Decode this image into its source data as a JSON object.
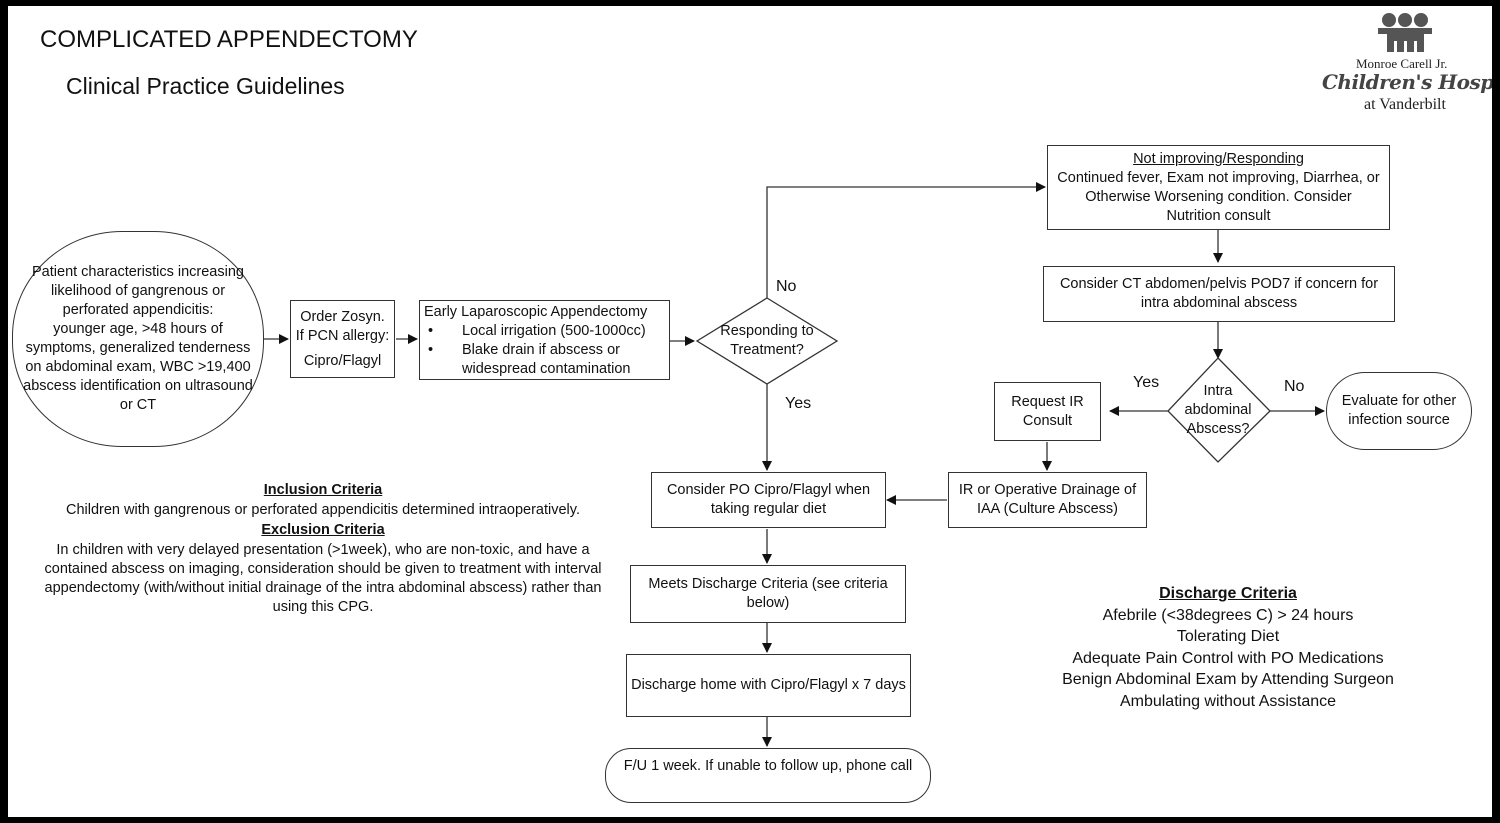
{
  "header": {
    "title": "COMPLICATED APPENDECTOMY",
    "subtitle": "Clinical Practice Guidelines"
  },
  "logo": {
    "line1": "Monroe Carell Jr.",
    "line2": "Children's Hospital",
    "line3": "at Vanderbilt"
  },
  "nodes": {
    "patient": [
      "Patient characteristics increasing",
      "likelihood of gangrenous or",
      "perforated appendicitis:",
      "younger age, >48 hours of",
      "symptoms, generalized tenderness",
      "on abdominal exam, WBC >19,400",
      "abscess identification on ultrasound",
      "or CT"
    ],
    "order": [
      "Order Zosyn.",
      "If PCN allergy:",
      "Cipro/Flagyl"
    ],
    "lap_title": "Early Laparoscopic Appendectomy",
    "lap_items": [
      "Local irrigation (500-1000cc)",
      "Blake drain if abscess or widespread contamination"
    ],
    "responding": [
      "Responding to",
      "Treatment?"
    ],
    "not_improving_title": "Not improving/Responding",
    "not_improving_body": [
      "Continued fever, Exam not improving, Diarrhea, or",
      "Otherwise Worsening condition. Consider",
      "Nutrition consult"
    ],
    "consider_ct": [
      "Consider CT abdomen/pelvis POD7 if concern for",
      "intra abdominal abscess"
    ],
    "intra_abdominal": [
      "Intra",
      "abdominal",
      "Abscess?"
    ],
    "evaluate": [
      "Evaluate for other",
      "infection source"
    ],
    "request_ir": [
      "Request IR",
      "Consult"
    ],
    "ir_drainage": [
      "IR or Operative Drainage of",
      "IAA (Culture Abscess)"
    ],
    "consider_po": [
      "Consider PO Cipro/Flagyl when",
      "taking regular diet"
    ],
    "meets_discharge": [
      "Meets Discharge Criteria (see criteria",
      "below)"
    ],
    "discharge_home": "Discharge home with Cipro/Flagyl x 7 days",
    "followup": "F/U 1 week. If unable to follow up, phone call"
  },
  "edge_labels": {
    "no_responding": "No",
    "yes_responding": "Yes",
    "yes_abscess": "Yes",
    "no_abscess": "No"
  },
  "criteria": {
    "inclusion_title": "Inclusion Criteria",
    "inclusion_text": "Children with gangrenous or perforated appendicitis determined intraoperatively.",
    "exclusion_title": "Exclusion Criteria",
    "exclusion_text": [
      "In children with very delayed presentation (>1week), who are non-toxic, and have a",
      "contained abscess on imaging, consideration should be given to treatment with interval",
      "appendectomy (with/without initial drainage of the intra abdominal abscess) rather than",
      "using this CPG."
    ]
  },
  "discharge_criteria": {
    "title": "Discharge Criteria",
    "items": [
      "Afebrile (<38degrees C) > 24 hours",
      "Tolerating Diet",
      "Adequate Pain Control with PO Medications",
      "Benign Abdominal Exam by Attending Surgeon",
      "Ambulating without Assistance"
    ]
  }
}
